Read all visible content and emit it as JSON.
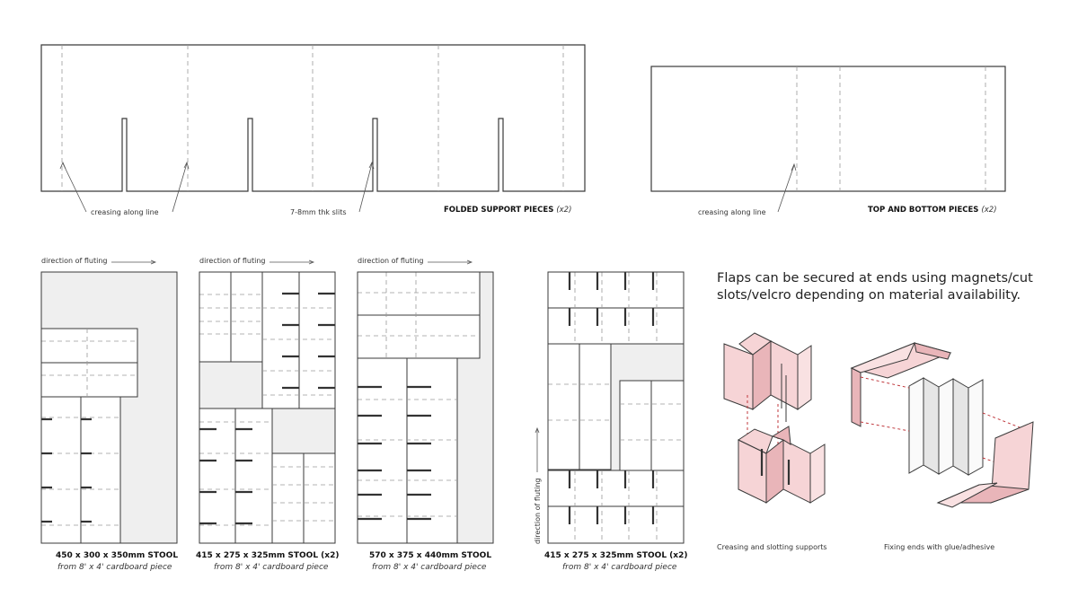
{
  "folded": {
    "label_crease": "creasing along line",
    "label_slits": "7-8mm thk slits",
    "title": "FOLDED SUPPORT PIECES",
    "title_qty": "(x2)"
  },
  "topbottom": {
    "label_crease": "creasing along line",
    "title": "TOP AND BOTTOM PIECES",
    "title_qty": "(x2)"
  },
  "fluting": "direction of fluting",
  "sheets": [
    {
      "title": "450 x 300 x 350mm STOOL",
      "sub": "from 8' x 4' cardboard piece"
    },
    {
      "title": "415 x 275 x 325mm STOOL (x2)",
      "sub": "from 8' x 4' cardboard piece"
    },
    {
      "title": "570 x 375 x 440mm STOOL",
      "sub": "from 8' x 4' cardboard piece"
    },
    {
      "title": "415 x 275 x 325mm STOOL (x2)",
      "sub": "from 8' x 4' cardboard piece"
    }
  ],
  "note": {
    "line1": "Flaps can be secured at ends using magnets/cut",
    "line2": "slots/velcro depending on material availability."
  },
  "captions": {
    "left": "Creasing and slotting supports",
    "right": "Fixing ends with glue/adhesive"
  },
  "colors": {
    "pink": "#f6d4d6",
    "dashed_red": "#c0393e",
    "grey_fill": "#efefef"
  }
}
